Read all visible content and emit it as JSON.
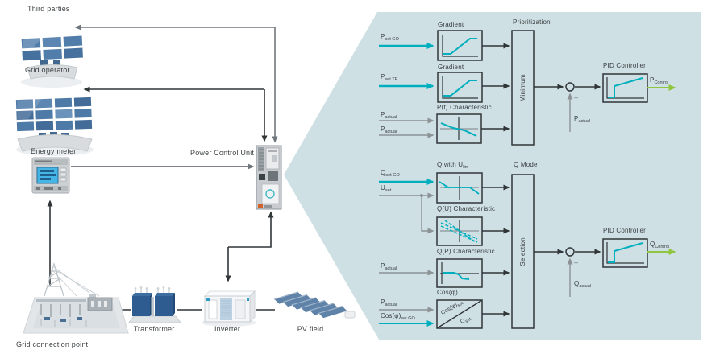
{
  "scene": {
    "third_parties": "Third parties",
    "grid_operator": "Grid operator",
    "energy_meter": "Energy meter",
    "power_control_unit": "Power Control Unit",
    "grid_connection_point": "Grid connection point",
    "transformer": "Transformer",
    "inverter": "Inverter",
    "pv_field": "PV field"
  },
  "diagram": {
    "titles": {
      "gradient1": "Gradient",
      "gradient2": "Gradient",
      "pf_characteristic": "P(f) Characteristic",
      "prioritization": "Prioritization",
      "minimum": "Minimum",
      "pid_controller_p": "PID Controller",
      "q_with_ulim_prefix": "Q with U",
      "q_with_ulim_sub": "lim",
      "qu_characteristic": "Q(U) Characteristic",
      "q_mode": "Q Mode",
      "selection": "Selection",
      "qp_characteristic": "Q(P) Characteristic",
      "cos_phi": "Cos(φ)",
      "pid_controller_q": "PID Controller"
    },
    "signals": {
      "p_set_go": {
        "main": "P",
        "sub": "set GO"
      },
      "p_set_tp": {
        "main": "P",
        "sub": "set TP"
      },
      "p_actual_f1": {
        "main": "P",
        "sub": "actual"
      },
      "p_actual_f2": {
        "main": "P",
        "sub": "actual"
      },
      "p_actual_fb": {
        "main": "P",
        "sub": "actual"
      },
      "p_control": {
        "main": "P",
        "sub": "Control"
      },
      "q_set_go": {
        "main": "Q",
        "sub": "set GO"
      },
      "u_set": {
        "main": "U",
        "sub": "set"
      },
      "p_actual_qp": {
        "main": "P",
        "sub": "actual"
      },
      "p_actual_cos": {
        "main": "P",
        "sub": "actual"
      },
      "cos_set_go": {
        "main": "Cos(φ)",
        "sub": "set GO"
      },
      "q_actual_fb": {
        "main": "Q",
        "sub": "actual"
      },
      "q_control": {
        "main": "Q",
        "sub": "Control"
      },
      "cos_diag_num": {
        "main": "Cos(φ)",
        "sub": "set"
      },
      "cos_diag_den": {
        "main": "Q",
        "sub": "set"
      },
      "minus": "–"
    },
    "colors": {
      "panel_bg": "#cfe0e4",
      "accent_cyan": "#00afbe",
      "accent_green": "#90c53f",
      "line_dark": "#303538",
      "line_gray": "#8c9296"
    }
  }
}
